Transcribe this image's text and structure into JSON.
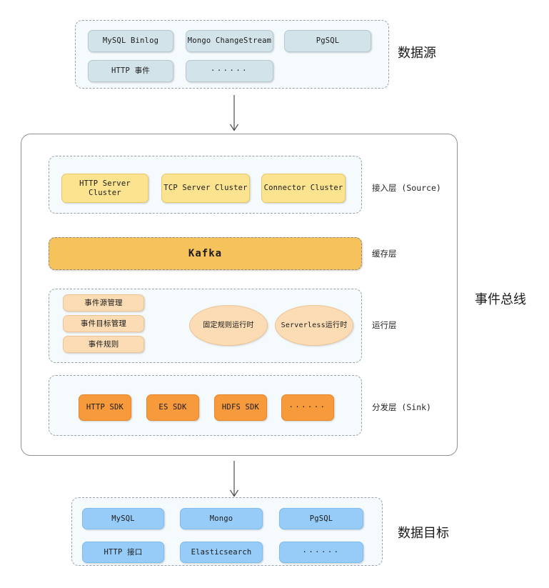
{
  "diagram": {
    "title": "事件总线",
    "sections": {
      "data_source": {
        "label": "数据源",
        "items": [
          "MySQL Binlog",
          "Mongo ChangeStream",
          "PgSQL",
          "HTTP 事件",
          "······"
        ]
      },
      "event_bus": {
        "label": "事件总线",
        "layers": [
          {
            "label": "接入层 (Source)",
            "items": [
              "HTTP Server Cluster",
              "TCP Server Cluster",
              "Connector Cluster"
            ]
          },
          {
            "label": "缓存层",
            "items": [
              "Kafka"
            ]
          },
          {
            "label": "运行层",
            "items": [
              "事件源管理",
              "事件目标管理",
              "事件规则",
              "固定规则运行时",
              "Serverless运行时"
            ]
          },
          {
            "label": "分发层 (Sink)",
            "items": [
              "HTTP SDK",
              "ES SDK",
              "HDFS SDK",
              "······"
            ]
          }
        ]
      },
      "data_target": {
        "label": "数据目标",
        "items": [
          "MySQL",
          "Mongo",
          "PgSQL",
          "HTTP 接口",
          "Elasticsearch",
          "······"
        ]
      }
    },
    "colors": {
      "source_node": "#d3e3ea",
      "access_node": "#fbe38f",
      "kafka_node": "#f5c25b",
      "runtime_node": "#fbdcb4",
      "sink_node": "#f79a3b",
      "target_node": "#96ccf7",
      "group_bg": "#f5fafd",
      "group_border": "#9aa0a6"
    }
  }
}
